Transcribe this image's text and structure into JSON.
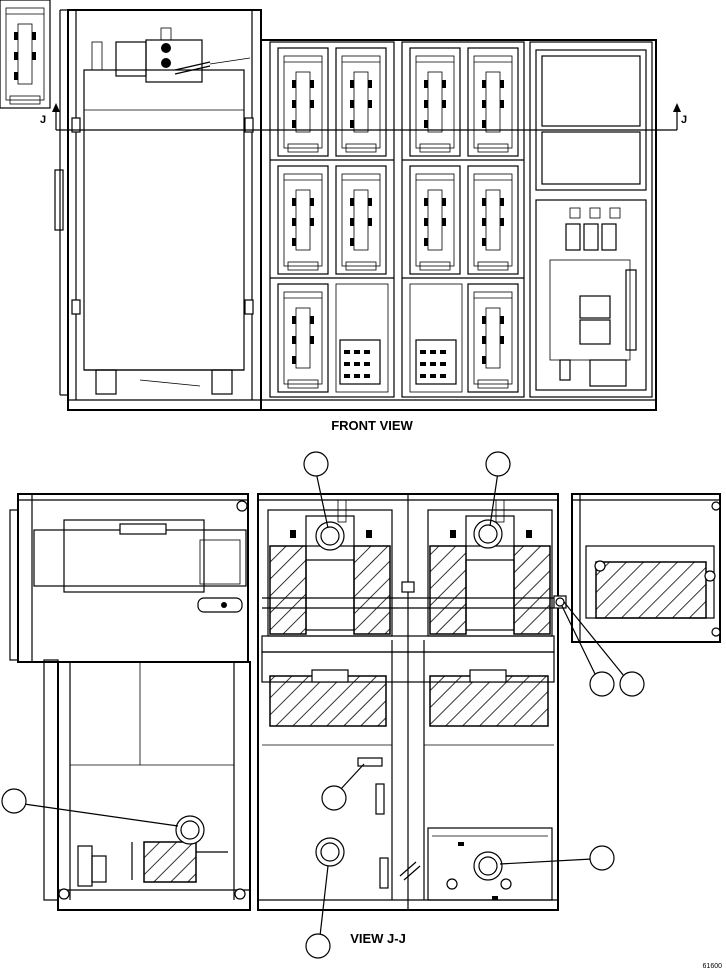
{
  "labels": {
    "front_view": "FRONT VIEW",
    "view_jj": "VIEW J-J",
    "section_left": "J",
    "section_right": "J",
    "figure_code": "61600"
  },
  "callouts": [
    {
      "id": "callout-1",
      "text": ""
    },
    {
      "id": "callout-2",
      "text": ""
    },
    {
      "id": "callout-3",
      "text": ""
    },
    {
      "id": "callout-4",
      "text": ""
    },
    {
      "id": "callout-5",
      "text": ""
    },
    {
      "id": "callout-6",
      "text": ""
    },
    {
      "id": "callout-7",
      "text": ""
    },
    {
      "id": "callout-8",
      "text": ""
    }
  ],
  "colors": {
    "line": "#000000",
    "background": "#ffffff"
  }
}
